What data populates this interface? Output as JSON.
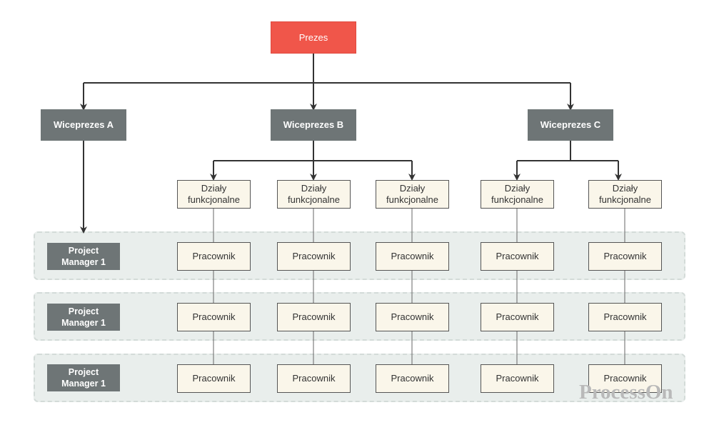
{
  "root": {
    "label": "Prezes"
  },
  "vps": [
    {
      "label": "Wiceprezes A"
    },
    {
      "label": "Wiceprezes B"
    },
    {
      "label": "Wiceprezes C"
    }
  ],
  "dept_label": {
    "line1": "Działy",
    "line2": "funkcjonalne"
  },
  "worker_label": "Pracownik",
  "project_managers": [
    {
      "line1": "Project",
      "line2": "Manager 1"
    },
    {
      "line1": "Project",
      "line2": "Manager 1"
    },
    {
      "line1": "Project",
      "line2": "Manager 1"
    }
  ],
  "logo": "ProcessOn",
  "colors": {
    "root": "#f0564a",
    "vp": "#6e7576",
    "box_fill": "#faf6ea",
    "band": "#e9eeec"
  }
}
